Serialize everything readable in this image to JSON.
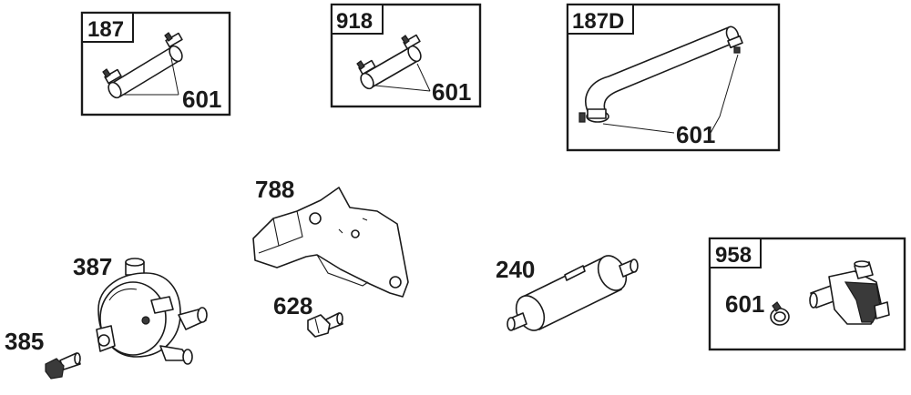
{
  "kits": {
    "k187": {
      "tag": "187",
      "clamp_label": "601"
    },
    "k918": {
      "tag": "918",
      "clamp_label": "601"
    },
    "k187d": {
      "tag": "187D",
      "clamp_label": "601"
    },
    "k958": {
      "tag": "958",
      "clamp_label": "601"
    }
  },
  "parts": {
    "bracket": "788",
    "bolt_small": "628",
    "fuel_pump": "387",
    "pump_screw": "385",
    "fuel_filter": "240"
  }
}
